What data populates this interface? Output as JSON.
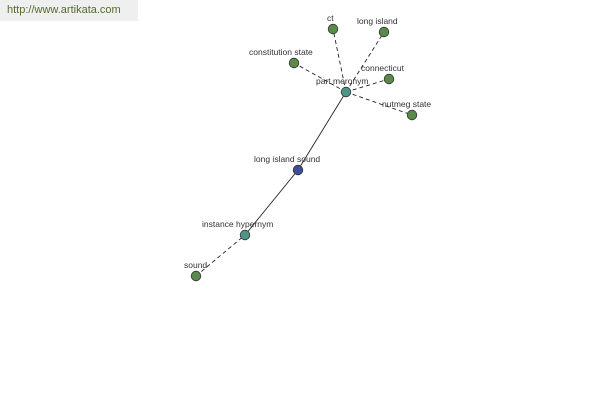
{
  "watermark": {
    "text": "http://www.artikata.com"
  },
  "colors": {
    "edge": "#222222",
    "node_outline": "#333333",
    "leaf_fill": "#5a8a4a",
    "relation_fill": "#4e9488",
    "center_fill": "#3f4e99"
  },
  "nodes": [
    {
      "id": "sound",
      "label": "sound",
      "kind": "leaf"
    },
    {
      "id": "instance-hypernym",
      "label": "instance hypernym",
      "kind": "relation"
    },
    {
      "id": "long-island-sound",
      "label": "long island sound",
      "kind": "center"
    },
    {
      "id": "part-meronym",
      "label": "part meronym",
      "kind": "relation"
    },
    {
      "id": "ct",
      "label": "ct",
      "kind": "leaf"
    },
    {
      "id": "long-island",
      "label": "long island",
      "kind": "leaf"
    },
    {
      "id": "constitution-state",
      "label": "constitution state",
      "kind": "leaf"
    },
    {
      "id": "connecticut",
      "label": "connecticut",
      "kind": "leaf"
    },
    {
      "id": "nutmeg-state",
      "label": "nutmeg state",
      "kind": "leaf"
    }
  ],
  "edges": [
    {
      "from": "sound",
      "to": "instance-hypernym",
      "style": "dashed"
    },
    {
      "from": "instance-hypernym",
      "to": "long-island-sound",
      "style": "solid"
    },
    {
      "from": "long-island-sound",
      "to": "part-meronym",
      "style": "solid"
    },
    {
      "from": "part-meronym",
      "to": "ct",
      "style": "dashed"
    },
    {
      "from": "part-meronym",
      "to": "long-island",
      "style": "dashed"
    },
    {
      "from": "part-meronym",
      "to": "constitution-state",
      "style": "dashed"
    },
    {
      "from": "part-meronym",
      "to": "connecticut",
      "style": "dashed"
    },
    {
      "from": "part-meronym",
      "to": "nutmeg-state",
      "style": "dashed"
    }
  ]
}
